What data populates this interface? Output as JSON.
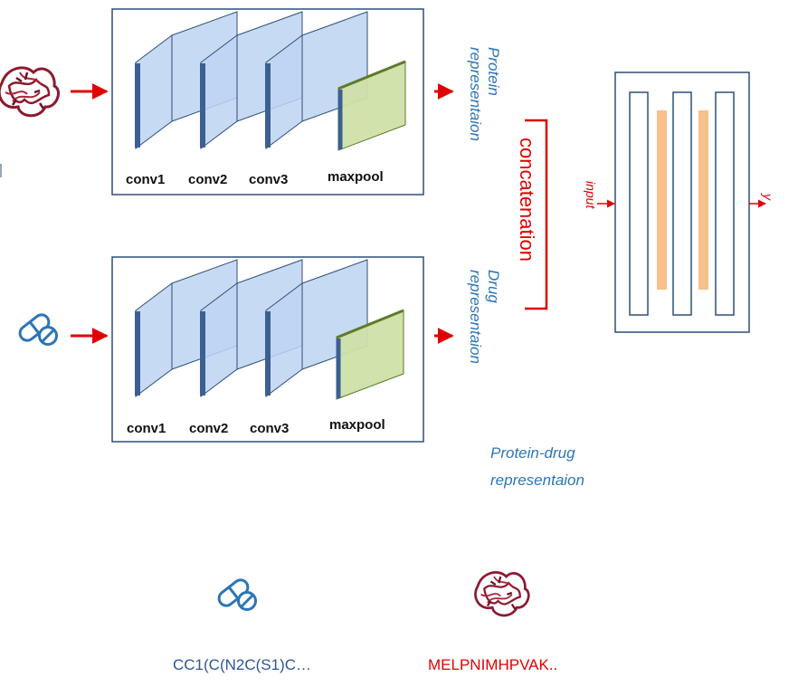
{
  "protein_branch": {
    "layers": [
      "conv1",
      "conv2",
      "conv3",
      "maxpool"
    ],
    "output_line1": "Protein",
    "output_line2": "representaion"
  },
  "drug_branch": {
    "layers": [
      "conv1",
      "conv2",
      "conv3",
      "maxpool"
    ],
    "output_line1": "Drug",
    "output_line2": "representaion"
  },
  "concatenation_label": "concatenation",
  "fc_network": {
    "input_label": "input",
    "output_label": "y"
  },
  "combined_label_line1": "Protein-drug",
  "combined_label_line2": "representaion",
  "inputs": {
    "drug_smiles": "CC1(C(N2C(S1)C…",
    "protein_sequence": "MELPNIMHPVAK.."
  },
  "colors": {
    "frame": "#2F4F78",
    "conv_fill": "#BDD3F2",
    "maxpool_fill": "#CFE0A8",
    "arrow_red": "#E00000",
    "text_blue": "#2E75B6",
    "dense_bar": "#F8C08A",
    "protein": "#8B1A2E"
  }
}
